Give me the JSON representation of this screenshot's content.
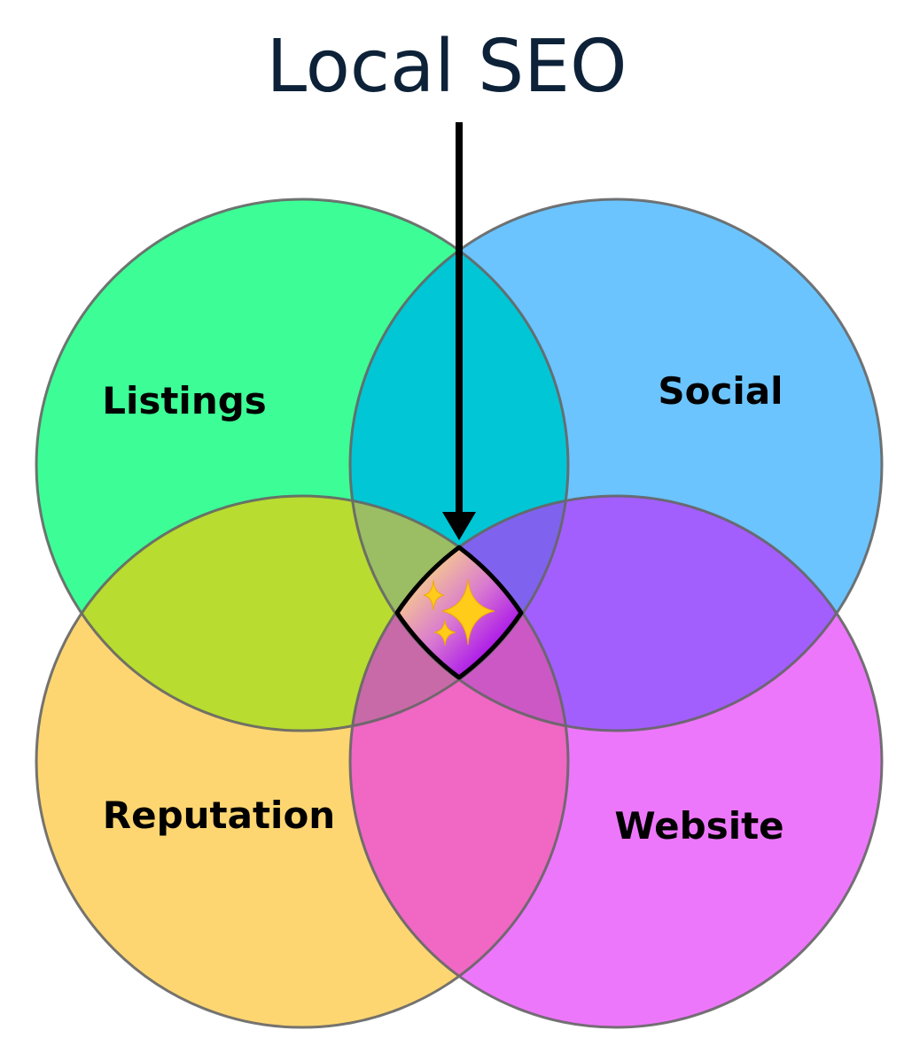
{
  "title": "Local SEO",
  "circles": {
    "listings": {
      "label": "Listings",
      "color": "#3dfe96"
    },
    "social": {
      "label": "Social",
      "color": "#6bc4fe"
    },
    "reputation": {
      "label": "Reputation",
      "color": "#fdd672"
    },
    "website": {
      "label": "Website",
      "color": "#ed77fb"
    }
  },
  "overlap_colors": {
    "listings_social": "#00c6d6",
    "listings_reputation": "#b8dc30",
    "social_website": "#a25ffe",
    "reputation_website": "#f067c4",
    "listings_social_reputation": "#9bbd64",
    "listings_social_website": "#7f63ee",
    "listings_reputation_website": "#c96aa8",
    "social_reputation_website": "#cb58c5"
  },
  "center_icon": "sparkles-icon",
  "title_color": "#0d2238"
}
